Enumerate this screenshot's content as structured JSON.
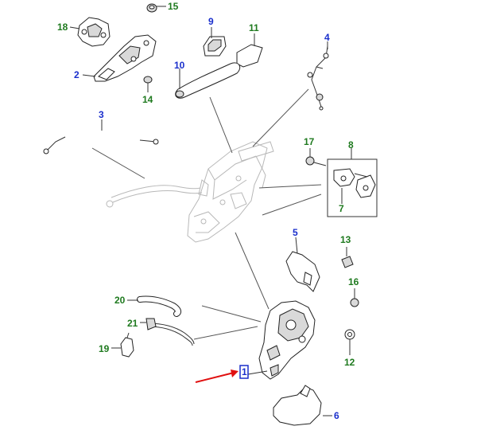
{
  "diagram": {
    "colors": {
      "label_green": "#1f7a1f",
      "label_blue": "#1a2fcc",
      "highlight": "#1a2fcc",
      "arrow": "#e01010",
      "line": "#333333",
      "ghost": "#b8b8b8"
    },
    "callouts": {
      "c1": "1",
      "c2": "2",
      "c3": "3",
      "c4": "4",
      "c5": "5",
      "c6": "6",
      "c7": "7",
      "c8": "8",
      "c9": "9",
      "c10": "10",
      "c11": "11",
      "c12": "12",
      "c13": "13",
      "c14": "14",
      "c15": "15",
      "c16": "16",
      "c17": "17",
      "c18": "18",
      "c19": "19",
      "c20": "20",
      "c21": "21"
    },
    "selected_callout": "1"
  }
}
